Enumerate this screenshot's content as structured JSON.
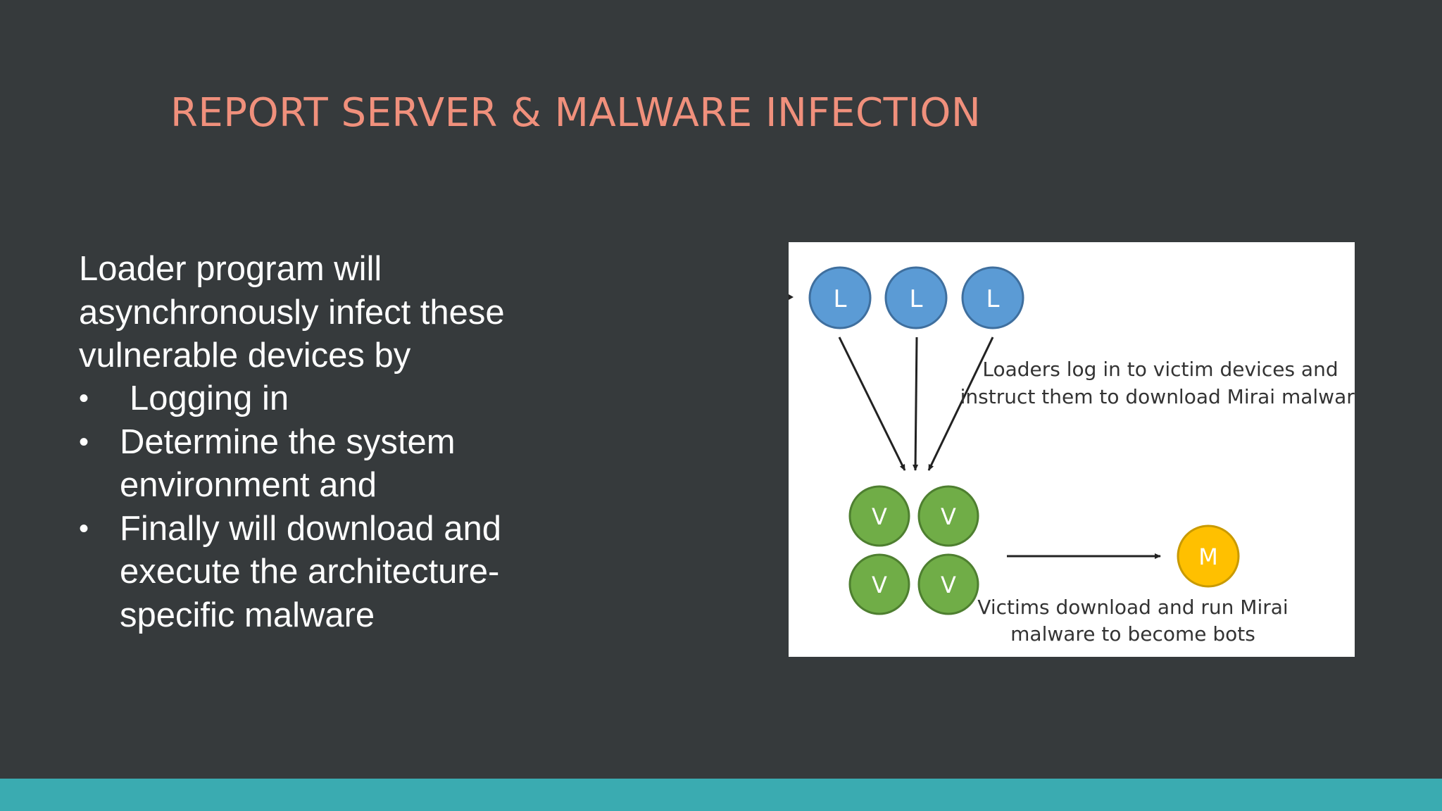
{
  "slide": {
    "title": "REPORT SERVER & MALWARE INFECTION",
    "intro": "Loader program will asynchronously infect these vulnerable devices by",
    "bullets": [
      "Logging in",
      "Determine the system environment and",
      "Finally will download and execute the architecture-specific malware"
    ],
    "bullet_glyph": "•"
  },
  "diagram": {
    "loaders": [
      "L",
      "L",
      "L"
    ],
    "victims": [
      "V",
      "V",
      "V",
      "V"
    ],
    "malware": "M",
    "caption_loaders": [
      "Loaders log in to victim devices and",
      "instruct them to download Mirai malware"
    ],
    "caption_victims": [
      "Victims download and run Mirai",
      "malware to become bots"
    ],
    "colors": {
      "loader": "#5b9bd5",
      "victim": "#70ad47",
      "malware": "#ffc000"
    }
  },
  "theme": {
    "background": "#363a3c",
    "title_color": "#f0907c",
    "accent_bar": "#3aabb1"
  }
}
